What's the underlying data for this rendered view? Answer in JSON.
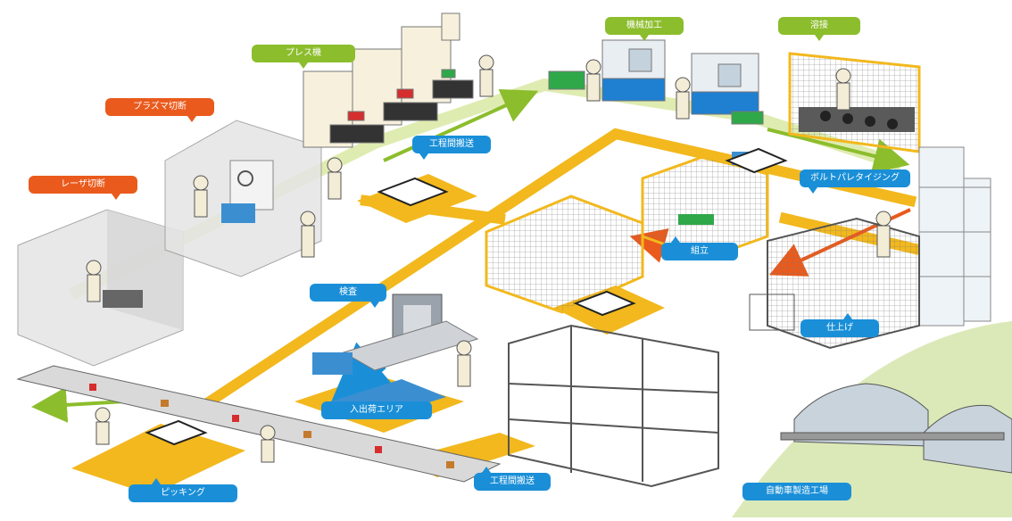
{
  "labels": {
    "press": "プレス機",
    "machining": "機械加工",
    "welding": "溶接",
    "plasma": "プラズマ切断",
    "laser": "レーザ切断",
    "transfer_top": "工程間搬送",
    "palletizing": "ボルトパレタイジング",
    "assembly": "組立",
    "inspection": "検査",
    "finishing": "仕上げ",
    "shipping_area": "入出荷エリア",
    "picking": "ピッキング",
    "transfer_bottom": "工程間搬送",
    "auto_factory": "自動車製造工場"
  },
  "colors": {
    "process_label": "#8cbd2c",
    "cutting_label": "#ea5a1c",
    "logistics_label": "#1a8fd8",
    "aisle": "#f2b81d",
    "flow_arrow": "#8cbd2c",
    "return_arrow": "#ea5a1c",
    "field": "#dbe9b8"
  }
}
